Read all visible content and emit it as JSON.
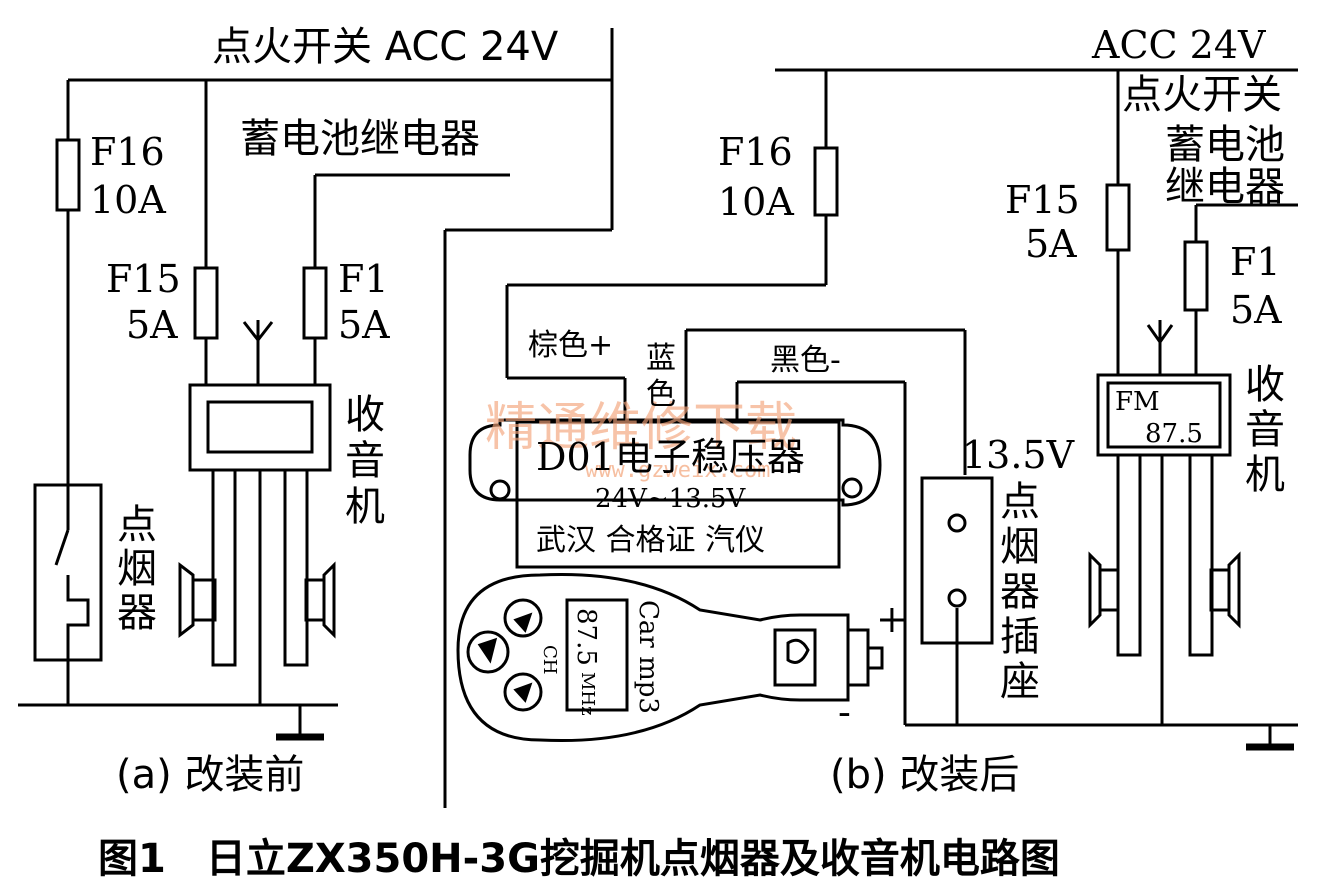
{
  "diagram": {
    "caption": "图1　日立ZX350H-3G挖掘机点烟器及收音机电路图",
    "left": {
      "power_label": "点火开关 ACC 24V",
      "relay_label": "蓄电池继电器",
      "fuse_f16_name": "F16",
      "fuse_f16_rating": "10A",
      "fuse_f15_name": "F15",
      "fuse_f15_rating": "5A",
      "fuse_f1_name": "F1",
      "fuse_f1_rating": "5A",
      "lighter_label": "点烟器",
      "radio_label": "收音机",
      "subcaption": "(a) 改装前"
    },
    "right": {
      "power_label": "ACC 24V",
      "ignition_label": "点火开关",
      "relay_label_1": "蓄电池",
      "relay_label_2": "继电器",
      "fuse_f16_name": "F16",
      "fuse_f16_rating": "10A",
      "fuse_f15_name": "F15",
      "fuse_f15_rating": "5A",
      "fuse_f1_name": "F1",
      "fuse_f1_rating": "5A",
      "wire_brown": "棕色+",
      "wire_blue_1": "蓝",
      "wire_blue_2": "色",
      "wire_black": "黑色-",
      "regulator_title": "D01电子稳压器",
      "regulator_range": "24V~13.5V",
      "regulator_maker": "武汉 合格证 汽仪",
      "socket_voltage": "13.5V",
      "socket_label": "点烟器插座",
      "radio_display_band": "FM",
      "radio_display_freq": "87.5",
      "radio_label": "收音机",
      "mp3_brand": "Car mp3",
      "mp3_freq": "87.5",
      "mp3_unit": "MHz",
      "mp3_ch": "CH",
      "plus": "+",
      "minus": "-",
      "subcaption": "(b) 改装后"
    },
    "watermark": "精通维修下载",
    "watermark_url": "www.gzweix.com"
  }
}
